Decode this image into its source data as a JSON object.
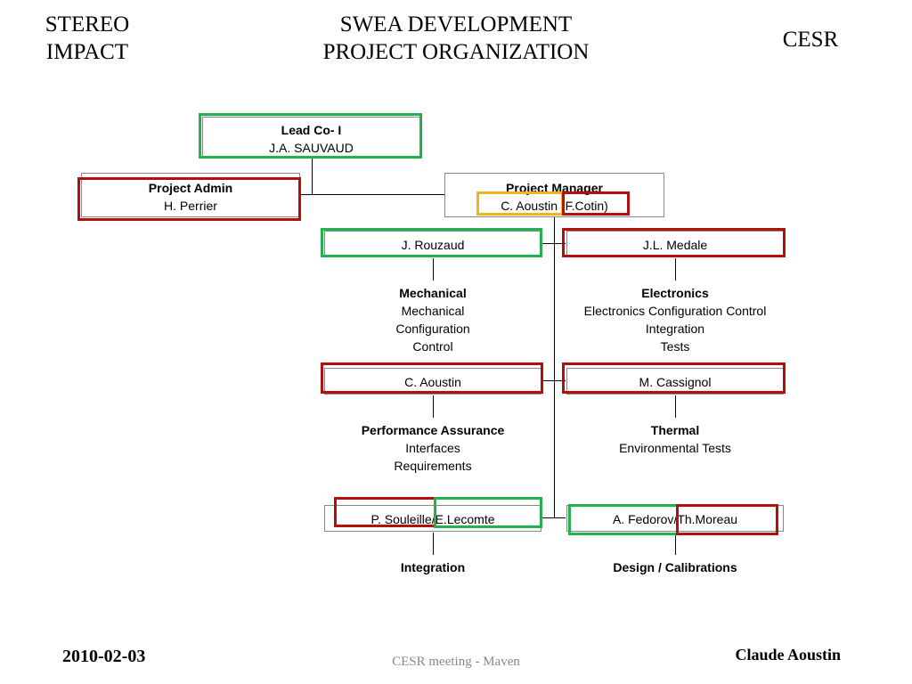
{
  "header": {
    "left": [
      "STEREO",
      "IMPACT"
    ],
    "center": [
      "SWEA DEVELOPMENT",
      "PROJECT ORGANIZATION"
    ],
    "right": "CESR"
  },
  "org": {
    "lead": {
      "title": "Lead Co- I",
      "name": "J.A. SAUVAUD"
    },
    "admin": {
      "title": "Project Admin",
      "name": "H. Perrier"
    },
    "manager": {
      "title": "Project Manager",
      "name_a": "C. Aoustin",
      "name_b": "(F.Cotin)"
    },
    "left": [
      {
        "name": "J. Rouzaud",
        "title": "Mechanical",
        "lines": [
          "Mechanical",
          "Configuration",
          "Control"
        ]
      },
      {
        "name": "C. Aoustin",
        "title": "Performance Assurance",
        "lines": [
          "Interfaces",
          "Requirements"
        ]
      },
      {
        "name_a": "P. Souleille",
        "name_b": "/E.Lecomte",
        "title": "Integration",
        "lines": []
      }
    ],
    "right": [
      {
        "name": "J.L. Medale",
        "title": "Electronics",
        "lines": [
          "Electronics Configuration Control",
          "Integration",
          "Tests"
        ]
      },
      {
        "name": "M. Cassignol",
        "title": "Thermal",
        "lines": [
          "Environmental Tests"
        ]
      },
      {
        "name_a": "A. Fedorov",
        "name_b": "/Th.Moreau",
        "title": "Design / Calibrations",
        "lines": []
      }
    ]
  },
  "colors": {
    "green": "#22b14c",
    "red": "#b40f0f",
    "yellow": "#f6b21b"
  },
  "footer": {
    "date": "2010-02-03",
    "meeting": "CESR meeting - Maven",
    "author": "Claude Aoustin"
  }
}
